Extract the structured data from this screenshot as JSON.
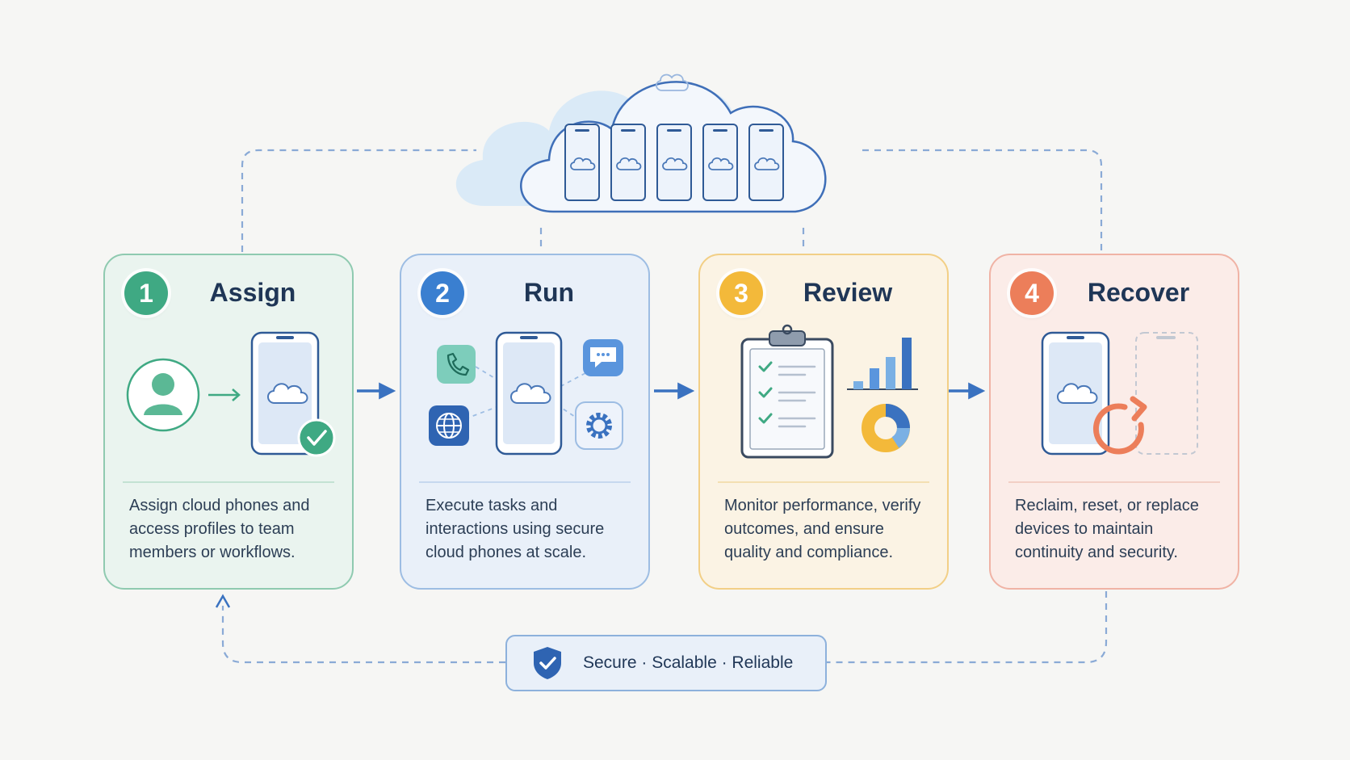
{
  "steps": [
    {
      "number": "1",
      "title": "Assign",
      "description": "Assign cloud phones and access profiles to team members or workflows.",
      "color": "#3fa983"
    },
    {
      "number": "2",
      "title": "Run",
      "description": "Execute tasks and interactions using secure cloud phones at scale.",
      "color": "#3a7fd0"
    },
    {
      "number": "3",
      "title": "Review",
      "description": "Monitor performance, verify outcomes, and ensure quality and compliance.",
      "color": "#f3b93a"
    },
    {
      "number": "4",
      "title": "Recover",
      "description": "Reclaim, reset, or replace devices to maintain continuity and security.",
      "color": "#ec7e5a"
    }
  ],
  "badge": {
    "label": "Secure · Scalable · Reliable",
    "icon": "shield-check-icon"
  },
  "icons": {
    "cloud": "cloud-icon",
    "phone": "phone-icon",
    "user": "user-icon",
    "check": "check-icon",
    "call": "call-icon",
    "chat": "chat-icon",
    "globe": "globe-icon",
    "gear": "gear-icon",
    "clipboard": "clipboard-icon",
    "bar_chart": "bar-chart-icon",
    "donut_chart": "donut-chart-icon",
    "refresh": "refresh-icon"
  },
  "colors": {
    "line_blue": "#3a72c0",
    "cloud_fill": "#f3f7fc",
    "cloud_stroke": "#3f6fb8"
  }
}
